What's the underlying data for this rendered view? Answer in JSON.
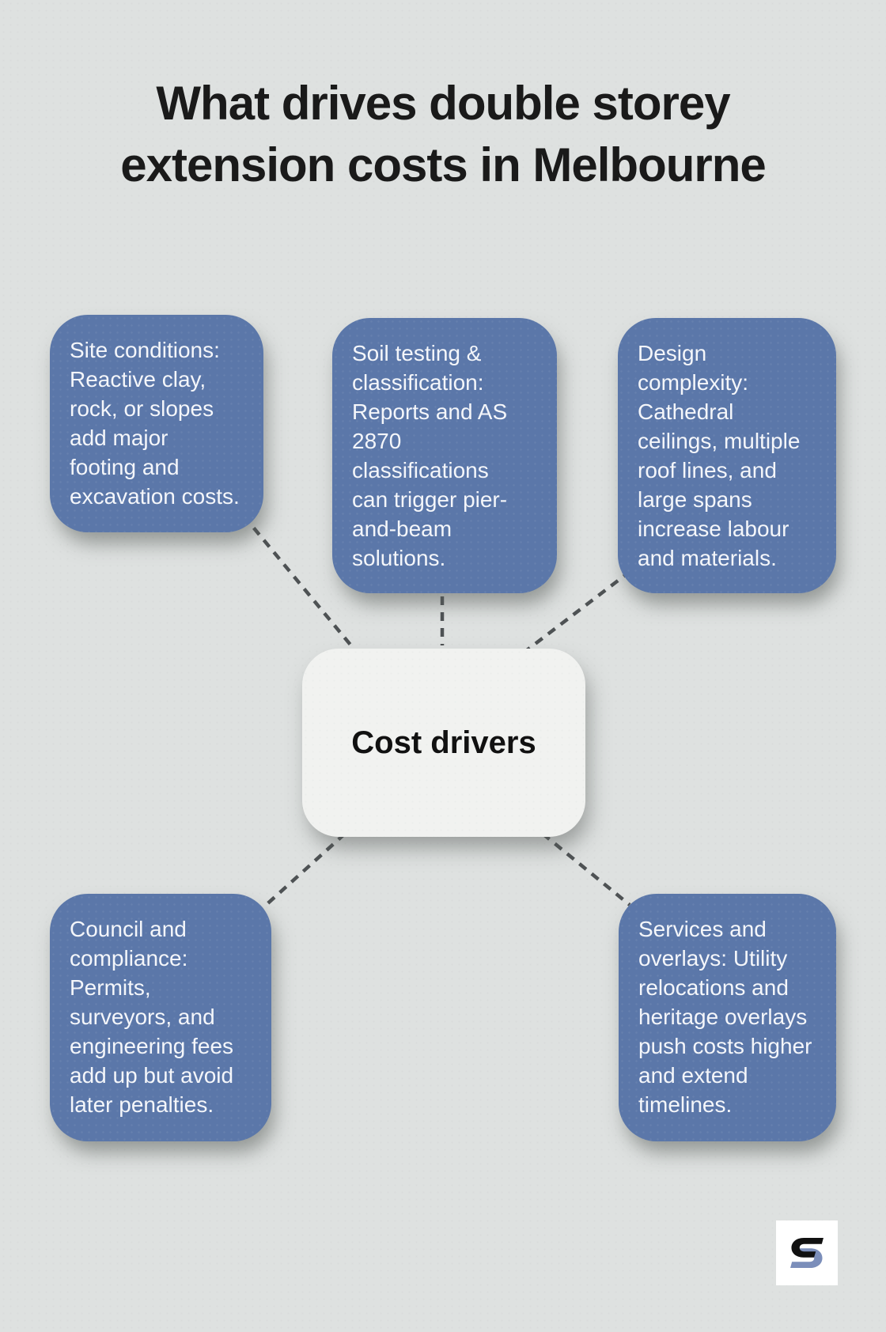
{
  "title": "What drives double storey\nextension costs in Melbourne",
  "center_node": {
    "label": "Cost drivers"
  },
  "nodes": [
    {
      "id": "site-conditions",
      "text": "Site conditions:\nReactive clay,\nrock, or slopes\nadd major\nfooting and\nexcavation costs."
    },
    {
      "id": "soil-testing",
      "text": "Soil testing &\nclassification:\nReports and AS\n2870\nclassifications\ncan trigger pier-\nand-beam\nsolutions."
    },
    {
      "id": "design-complexity",
      "text": "Design\ncomplexity:\nCathedral\nceilings, multiple\nroof lines, and\nlarge spans\nincrease labour\nand materials."
    },
    {
      "id": "council-compliance",
      "text": "Council and\ncompliance:\nPermits,\nsurveyors, and\nengineering fees\nadd up but avoid\nlater penalties."
    },
    {
      "id": "services-overlays",
      "text": "Services and\noverlays: Utility\nrelocations and\nheritage overlays\npush costs higher\nand extend\ntimelines."
    }
  ],
  "connections": [
    {
      "from": "site-conditions",
      "to": "cost-drivers",
      "style": "dashed"
    },
    {
      "from": "soil-testing",
      "to": "cost-drivers",
      "style": "dashed"
    },
    {
      "from": "design-complexity",
      "to": "cost-drivers",
      "style": "dashed"
    },
    {
      "from": "council-compliance",
      "to": "cost-drivers",
      "style": "dashed"
    },
    {
      "from": "services-overlays",
      "to": "cost-drivers",
      "style": "dashed"
    }
  ],
  "logo": {
    "icon": "s-mark-logo"
  },
  "colors": {
    "background": "#dee1e0",
    "node_fill": "#5b77a9",
    "node_text": "#f4f6fa",
    "center_fill": "#f1f2f0",
    "center_text": "#111111",
    "connector": "#4e5254",
    "title_text": "#1a1a1a",
    "logo_black": "#111111",
    "logo_blue": "#7b8eba"
  }
}
